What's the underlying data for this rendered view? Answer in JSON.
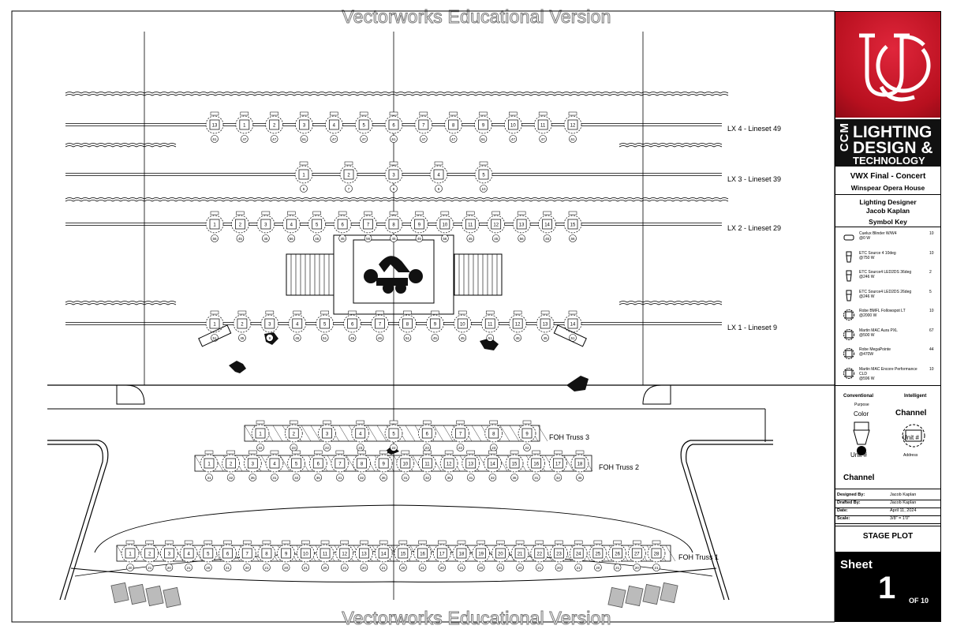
{
  "watermark": "Vectorworks Educational Version",
  "electrics": [
    {
      "label": "LX 4 - Lineset 49",
      "units": [
        "13",
        "1",
        "2",
        "3",
        "4",
        "5",
        "6",
        "7",
        "8",
        "9",
        "10",
        "11",
        "12"
      ],
      "channels": [
        "61",
        "47",
        "47",
        "61",
        "47",
        "47",
        "61",
        "47",
        "47",
        "61",
        "47",
        "47",
        "61"
      ]
    },
    {
      "label": "LX 3 - Lineset 39",
      "units": [
        "1",
        "2",
        "3",
        "4",
        "5"
      ],
      "channels": [
        "6",
        "7",
        "8",
        "9",
        "10"
      ]
    },
    {
      "label": "LX 2 - Lineset 29",
      "units": [
        "1",
        "2",
        "3",
        "4",
        "5",
        "6",
        "7",
        "8",
        "9",
        "10",
        "11",
        "12",
        "13",
        "14",
        "15"
      ],
      "channels": [
        "56",
        "45",
        "45",
        "56",
        "45",
        "45",
        "56",
        "45",
        "45",
        "56",
        "45",
        "45",
        "56",
        "45",
        "56"
      ]
    },
    {
      "label": "LX 1 - Lineset 9",
      "units": [
        "1",
        "2",
        "3",
        "4",
        "5",
        "6",
        "7",
        "8",
        "9",
        "10",
        "11",
        "12",
        "13",
        "14"
      ],
      "channels": [
        "51",
        "45",
        "9",
        "45",
        "51",
        "45",
        "45",
        "51",
        "45",
        "45",
        "51",
        "45",
        "45",
        "51"
      ]
    }
  ],
  "foh_trusses": [
    {
      "label": "FOH Truss 3",
      "units": [
        "1",
        "2",
        "3",
        "4",
        "5",
        "6",
        "7",
        "8",
        "9"
      ],
      "channels": [
        "22",
        "23",
        "22",
        "23",
        "22",
        "23",
        "22",
        "23",
        "22"
      ]
    },
    {
      "label": "FOH Truss 2",
      "units": [
        "1",
        "2",
        "3",
        "4",
        "5",
        "6",
        "7",
        "8",
        "9",
        "10",
        "11",
        "12",
        "13",
        "14",
        "15",
        "16",
        "17",
        "18"
      ],
      "channels": [
        "31",
        "32",
        "35",
        "31",
        "32",
        "35",
        "31",
        "32",
        "35",
        "31",
        "32",
        "35",
        "31",
        "32",
        "35",
        "31",
        "32",
        "35"
      ]
    },
    {
      "label": "FOH Truss 1",
      "units": [
        "1",
        "2",
        "3",
        "4",
        "5",
        "6",
        "7",
        "8",
        "9",
        "10",
        "11",
        "12",
        "13",
        "14",
        "15",
        "16",
        "17",
        "18",
        "19",
        "20",
        "21",
        "22",
        "23",
        "24",
        "25",
        "26",
        "27",
        "28"
      ],
      "channels": [
        "20",
        "21",
        "20",
        "21",
        "20",
        "21",
        "20",
        "21",
        "20",
        "21",
        "20",
        "21",
        "20",
        "21",
        "20",
        "21",
        "20",
        "21",
        "20",
        "21",
        "20",
        "21",
        "20",
        "21",
        "20",
        "21",
        "20",
        "21"
      ]
    }
  ],
  "title_block": {
    "ldt_lines": [
      "LIGHTING",
      "DESIGN &",
      "TECHNOLOGY"
    ],
    "ccm": "CCM",
    "show": "VWX Final - Concert",
    "venue": "Winspear Opera House",
    "designer_role": "Lighting Designer",
    "designer_name": "Jacob Kaplan",
    "symbol_key_title": "Symbol Key",
    "symbol_key": [
      {
        "icon": "blinder-icon",
        "name": "Cuelux Blinder W/W4",
        "wattage": "@0 W",
        "count": "10"
      },
      {
        "icon": "ellipsoidal-icon",
        "name": "ETC Source 4 10deg",
        "wattage": "@750 W",
        "count": "10"
      },
      {
        "icon": "led-ellipsoidal-icon",
        "name": "ETC Source4 LED2DS 36deg",
        "wattage": "@246 W",
        "count": "2"
      },
      {
        "icon": "led-ellipsoidal-icon",
        "name": "ETC Source4 LED2DS 26deg",
        "wattage": "@246 W",
        "count": "5"
      },
      {
        "icon": "followspot-icon",
        "name": "Robe BMFL Followspot LT",
        "wattage": "@2000 W",
        "count": "10"
      },
      {
        "icon": "moving-wash-icon",
        "name": "Martin MAC Aura PXL",
        "wattage": "@500 W",
        "count": "67"
      },
      {
        "icon": "moving-spot-icon",
        "name": "Robe MegaPointe",
        "wattage": "@470W",
        "count": "44"
      },
      {
        "icon": "moving-profile-icon",
        "name": "Martin MAC Encore Performance CLD",
        "wattage": "@596 W",
        "count": "10"
      }
    ],
    "legend": {
      "conventional": "Conventional",
      "intelligent": "Intelligent",
      "purpose": "Purpose",
      "color": "Color",
      "channel": "Channel",
      "unit": "Unit #",
      "address": "Address"
    },
    "info": [
      {
        "label": "Designed By:",
        "value": "Jacob Kaplan"
      },
      {
        "label": "Drafted By:",
        "value": "Jacob Kaplan"
      },
      {
        "label": "Date:",
        "value": "April 11, 2024"
      },
      {
        "label": "Scale:",
        "value": "3/8\" = 1'0\""
      }
    ],
    "plot_title": "STAGE PLOT",
    "sheet_label": "Sheet",
    "sheet_number": "1",
    "sheet_of": "OF 10"
  }
}
